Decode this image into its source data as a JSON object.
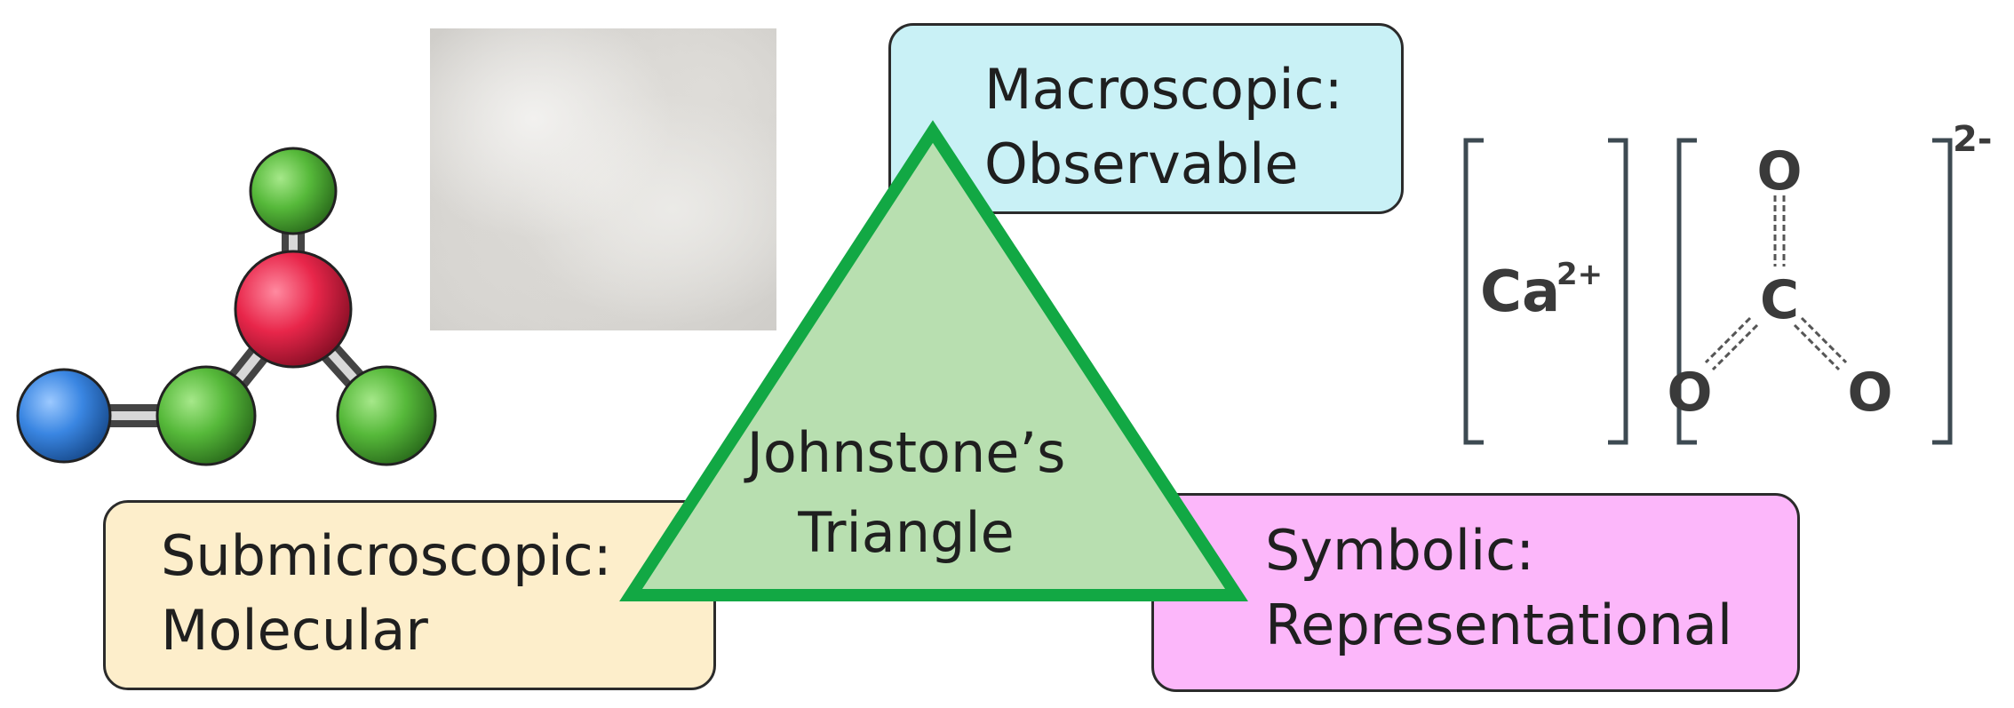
{
  "macroscopic": {
    "line1": "Macroscopic:",
    "line2": "Observable"
  },
  "submicroscopic": {
    "line1": "Submicroscopic:",
    "line2": "Molecular"
  },
  "symbolic": {
    "line1": "Symbolic:",
    "line2": "Representational"
  },
  "triangle": {
    "line1": "Johnstone’s",
    "line2": "Triangle"
  },
  "formula": {
    "cation": "Ca",
    "cation_charge": "2+",
    "anion_charge": "2-",
    "atom_top": "O",
    "atom_center": "C",
    "atom_left": "O",
    "atom_right": "O"
  },
  "colors": {
    "macroscopic_fill": "#c9f1f6",
    "submicroscopic_fill": "#fdeecb",
    "symbolic_fill": "#fcb7fa",
    "triangle_fill": "#b8dfb0",
    "triangle_stroke": "#12a844",
    "atom_red": "#e8264a",
    "atom_green": "#56b93a",
    "atom_blue": "#3a86e2"
  }
}
